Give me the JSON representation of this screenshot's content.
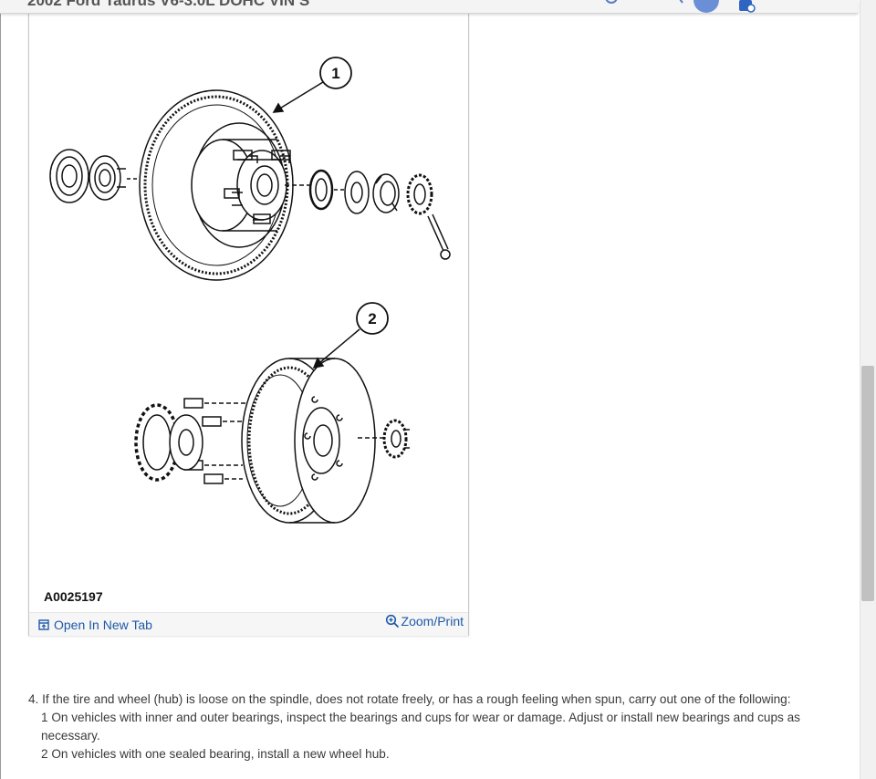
{
  "header": {
    "title": "2002 Ford Taurus V6-3.0L DOHC VIN S"
  },
  "figure": {
    "callout_1": "1",
    "callout_2": "2",
    "code": "A0025197",
    "open_new_tab_label": "Open In New Tab",
    "zoom_print_label": "Zoom/Print"
  },
  "procedure": {
    "step": "4. If the tire and wheel (hub) is loose on the spindle, does not rotate freely, or has a rough feeling when spun, carry out one of the following:",
    "sub_1": "1  On vehicles with inner and outer bearings, inspect the bearings and cups for wear or damage. Adjust or install new bearings and cups as necessary.",
    "sub_2": "2  On vehicles with one sealed bearing, install a new wheel hub."
  },
  "colors": {
    "link": "#1e5aa8",
    "accent": "#6b8fd6",
    "line_art": "#111111"
  },
  "icons": [
    "search-icon",
    "avatar-icon",
    "shield-icon",
    "open-new-tab-icon",
    "zoom-icon"
  ]
}
